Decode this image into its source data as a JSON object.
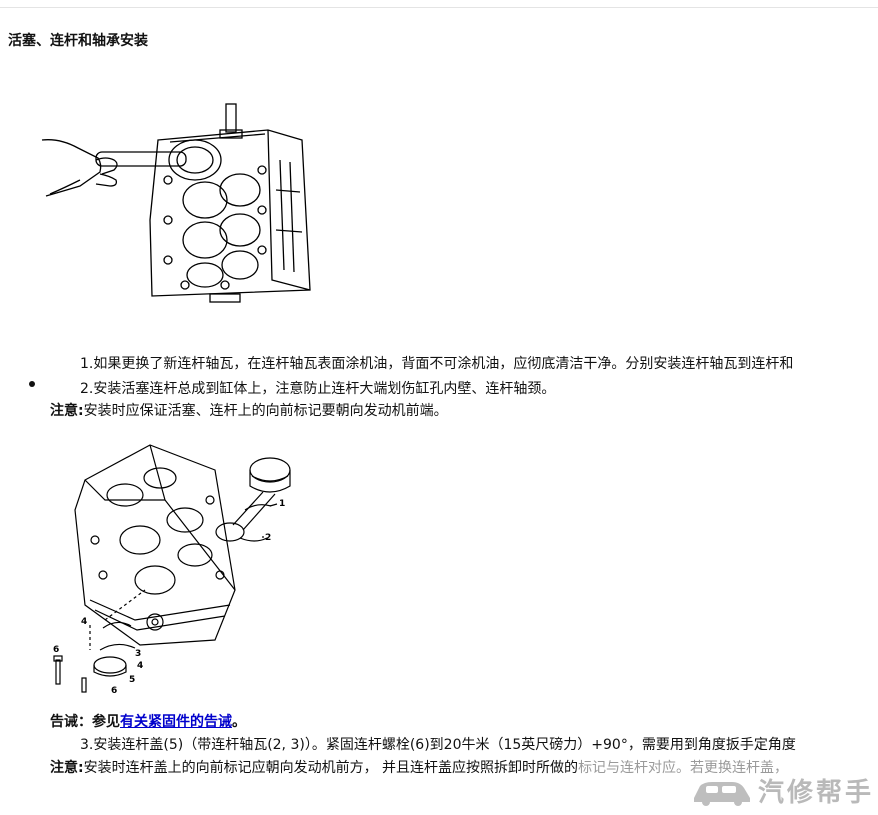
{
  "page": {
    "title": "活塞、连杆和轴承安装"
  },
  "steps": {
    "step1": "1.如果更换了新连杆轴瓦，在连杆轴瓦表面涂机油，背面不可涂机油，应彻底清洁干净。分别安装连杆轴瓦到连杆和",
    "step2": "2.安装活塞连杆总成到缸体上，注意防止连杆大端划伤缸孔内壁、连杆轴颈。",
    "note1_label": "注意:",
    "note1_text": "安装时应保证活塞、连杆上的向前标记要朝向发动机前端。",
    "warning_label": "告诫：参见",
    "warning_link": "有关紧固件的告诫",
    "warning_end": "。",
    "step3": "3.安装连杆盖(5)（带连杆轴瓦(2, 3)）。紧固连杆螺栓(6)到20牛米（15英尺磅力）+90°，需要用到角度扳手定角度",
    "note2_label": "注意:",
    "note2_text": "安装时连杆盖上的向前标记应朝向发动机前方， 并且连杆盖应按照拆卸时所做的",
    "note2_faded": "标记与连杆对应。若更换连杆盖，"
  },
  "figure2": {
    "callouts": [
      "1",
      "2",
      "3",
      "4",
      "4",
      "5",
      "6",
      "6"
    ]
  },
  "watermark": {
    "text": "汽修帮手"
  },
  "colors": {
    "link": "#0000cc",
    "text": "#111111",
    "watermark": "#808080"
  }
}
